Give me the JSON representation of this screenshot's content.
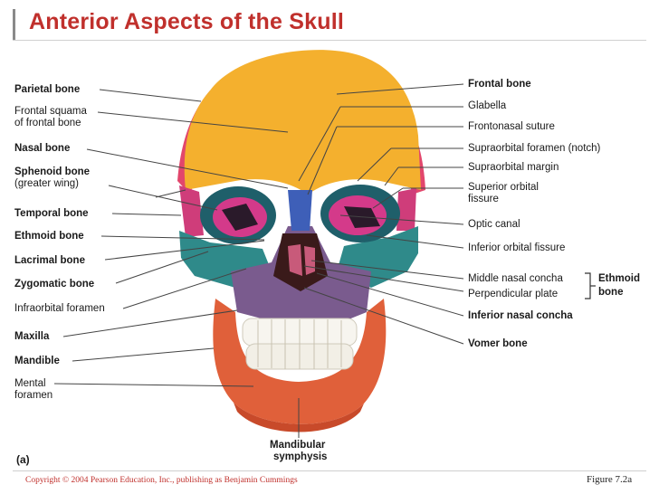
{
  "title": "Anterior Aspects of the Skull",
  "panel_label": "(a)",
  "labels_left": {
    "parietal_bone": "Parietal bone",
    "frontal_squama_l1": "Frontal  squama",
    "frontal_squama_l2": "of frontal bone",
    "nasal_bone": "Nasal bone",
    "sphenoid_l1": "Sphenoid bone",
    "sphenoid_l2": "(greater wing)",
    "temporal_bone": "Temporal bone",
    "ethmoid_bone": "Ethmoid bone",
    "lacrimal_bone": "Lacrimal bone",
    "zygomatic_bone": "Zygomatic bone",
    "infraorbital_foramen": "Infraorbital foramen",
    "maxilla": "Maxilla",
    "mandible": "Mandible",
    "mental_l1": "Mental",
    "mental_l2": "foramen"
  },
  "labels_right": {
    "frontal_bone": "Frontal bone",
    "glabella": "Glabella",
    "frontonasal_suture": "Frontonasal suture",
    "supraorbital_foramen": "Supraorbital foramen (notch)",
    "supraorbital_margin": "Supraorbital margin",
    "superior_orbital_l1": "Superior orbital",
    "superior_orbital_l2": "fissure",
    "optic_canal": "Optic canal",
    "inferior_orbital_fissure": "Inferior orbital fissure",
    "middle_nasal_concha": "Middle nasal concha",
    "perpendicular_plate": "Perpendicular plate",
    "ethmoid_group_l1": "Ethmoid",
    "ethmoid_group_l2": "bone",
    "inferior_nasal_concha": "Inferior nasal concha",
    "vomer_bone": "Vomer bone"
  },
  "labels_bottom": {
    "mandibular_l1": "Mandibular",
    "mandibular_l2": "symphysis"
  },
  "footer": {
    "copyright": "Copyright © 2004 Pearson Education, Inc., publishing as Benjamin Cummings",
    "figure": "Figure 7.2a"
  },
  "colors": {
    "title": "#c0302c",
    "frontal": "#f4b02e",
    "parietal": "#e2466c",
    "sphenoid": "#cf3d7a",
    "zygomatic_temporal": "#2f8a8a",
    "maxilla": "#7a5b8e",
    "mandible": "#e0603a",
    "nasal": "#3e5fb8",
    "orbit": "#d43a8a"
  }
}
